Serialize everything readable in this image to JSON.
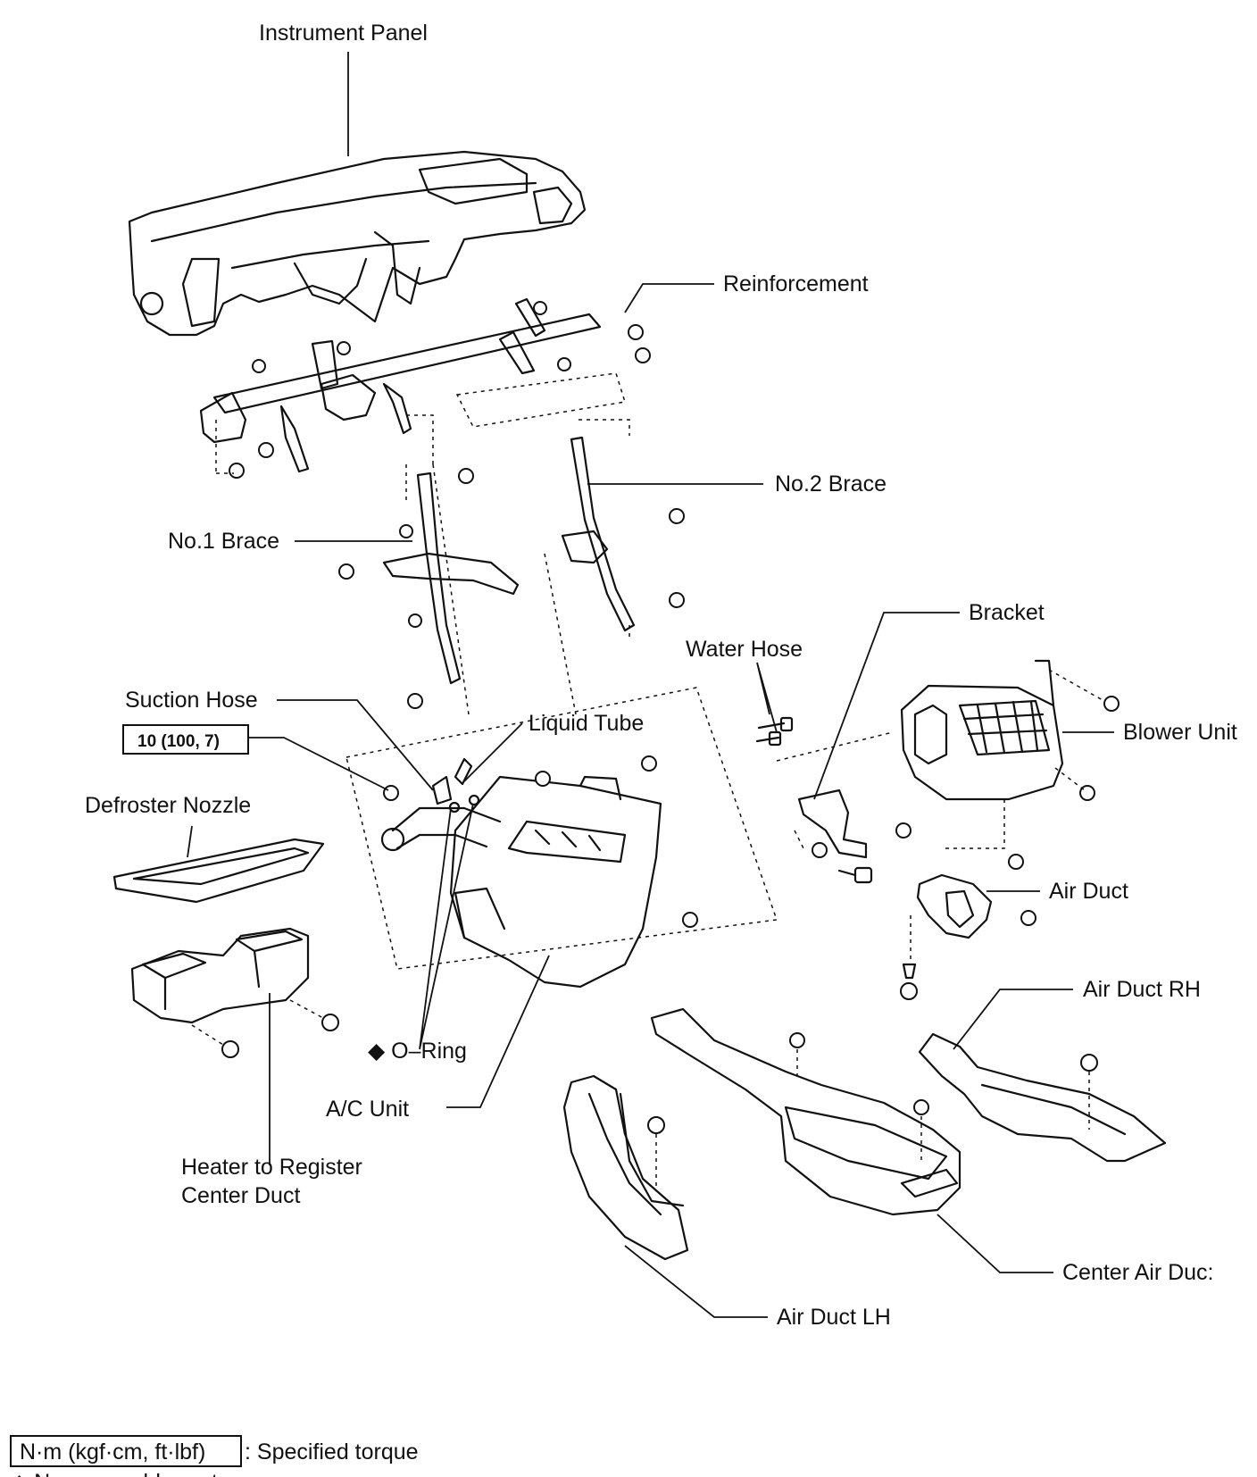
{
  "labels": {
    "instrument_panel": "Instrument Panel",
    "reinforcement": "Reinforcement",
    "no2_brace": "No.2 Brace",
    "no1_brace": "No.1 Brace",
    "bracket": "Bracket",
    "water_hose": "Water Hose",
    "suction_hose": "Suction Hose",
    "liquid_tube": "Liquid Tube",
    "blower_unit": "Blower Unit",
    "torque_value": "10 (100, 7)",
    "defroster_nozzle": "Defroster Nozzle",
    "air_duct": "Air Duct",
    "air_duct_rh": "Air Duct RH",
    "o_ring": "◆ O–Ring",
    "ac_unit": "A/C Unit",
    "heater_to_register_line1": "Heater to Register",
    "heater_to_register_line2": "Center Duct",
    "center_air_duct": "Center Air Duc:",
    "air_duct_lh": "Air Duct LH"
  },
  "legend": {
    "torque_unit": "N·m (kgf·cm, ft·lbf)",
    "torque_desc": ": Specified torque",
    "non_reusable": "◆ Non–reusable part"
  }
}
